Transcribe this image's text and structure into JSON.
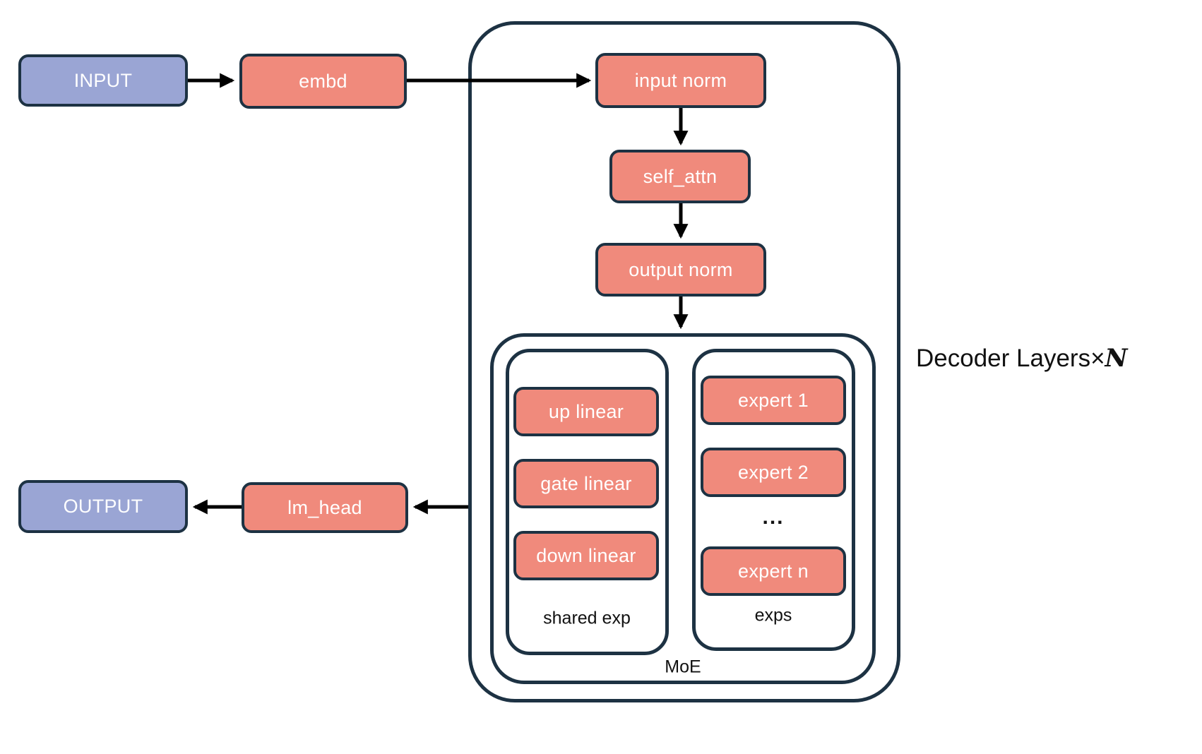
{
  "diagram": {
    "io_boxes": {
      "input": "INPUT",
      "output": "OUTPUT"
    },
    "modules": {
      "embd": "embd",
      "input_norm": "input norm",
      "self_attn": "self_attn",
      "output_norm": "output norm",
      "lm_head": "lm_head",
      "up_linear": "up linear",
      "gate_linear": "gate linear",
      "down_linear": "down linear",
      "expert_1": "expert 1",
      "expert_2": "expert 2",
      "expert_n": "expert n"
    },
    "labels": {
      "ellipsis": "...",
      "shared_exp": "shared exp",
      "exps": "exps",
      "moe": "MoE",
      "decoder_layers_prefix": "Decoder Layers×",
      "decoder_layers_n": "N"
    },
    "colors": {
      "io_fill": "#9aa5d4",
      "module_fill": "#f08a7c",
      "outline": "#1d3243",
      "arrow": "#000000",
      "background": "#ffffff"
    }
  }
}
